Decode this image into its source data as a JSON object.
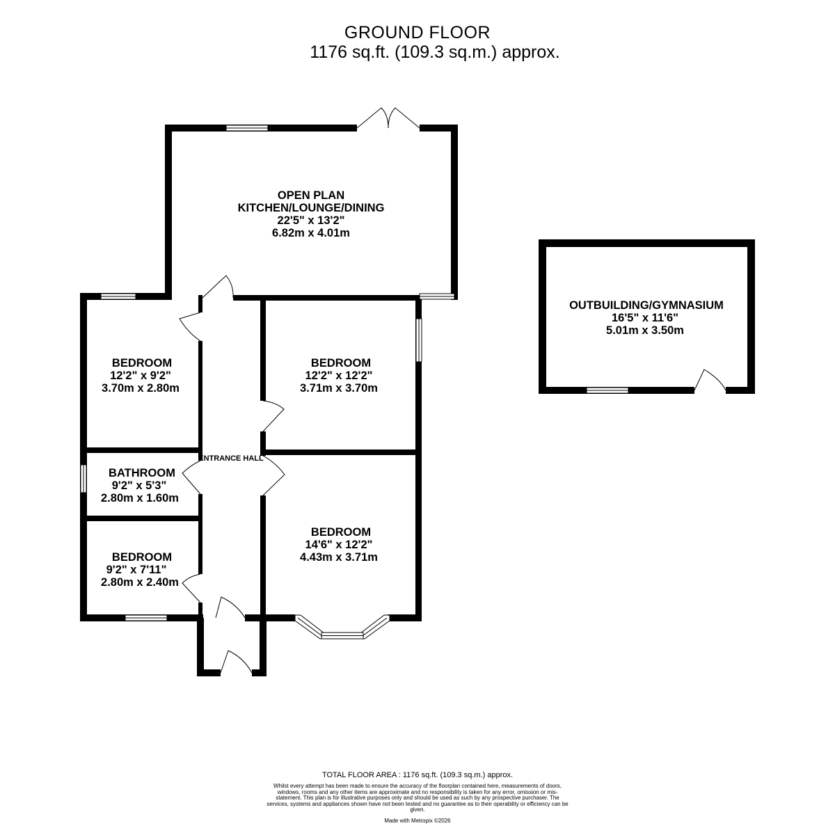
{
  "header": {
    "title": "GROUND FLOOR",
    "area": "1176 sq.ft. (109.3 sq.m.) approx."
  },
  "rooms": {
    "open_plan": {
      "name1": "OPEN PLAN",
      "name2": "KITCHEN/LOUNGE/DINING",
      "imperial": "22'5\"  x 13'2\"",
      "metric": "6.82m  x 4.01m"
    },
    "bedroom_a": {
      "name": "BEDROOM",
      "imperial": "12'2\"  x 9'2\"",
      "metric": "3.70m  x 2.80m"
    },
    "bedroom_b": {
      "name": "BEDROOM",
      "imperial": "12'2\"  x 12'2\"",
      "metric": "3.71m  x 3.70m"
    },
    "bathroom": {
      "name": "BATHROOM",
      "imperial": "9'2\"  x 5'3\"",
      "metric": "2.80m  x 1.60m"
    },
    "entrance_hall": {
      "name": "ENTRANCE HALL"
    },
    "bedroom_c": {
      "name": "BEDROOM",
      "imperial": "14'6\"  x 12'2\"",
      "metric": "4.43m  x 3.71m"
    },
    "bedroom_d": {
      "name": "BEDROOM",
      "imperial": "9'2\"  x 7'11\"",
      "metric": "2.80m  x 2.40m"
    },
    "outbuilding": {
      "name": "OUTBUILDING/GYMNASIUM",
      "imperial": "16'5\"  x 11'6\"",
      "metric": "5.01m  x 3.50m"
    }
  },
  "footer": {
    "total_area": "TOTAL FLOOR AREA : 1176 sq.ft. (109.3 sq.m.) approx.",
    "disclaimer": "Whilst every attempt has been made to ensure the accuracy of the floorplan contained here, measurements of doors, windows, rooms and any other items are approximate and no responsibility is taken for any error, omission or mis-statement. This plan is for illustrative purposes only and should be used as such by any prospective purchaser. The services, systems and appliances shown have not been tested and no guarantee as to their operability or efficiency can be given.",
    "credit": "Made with Metropix ©2026"
  }
}
